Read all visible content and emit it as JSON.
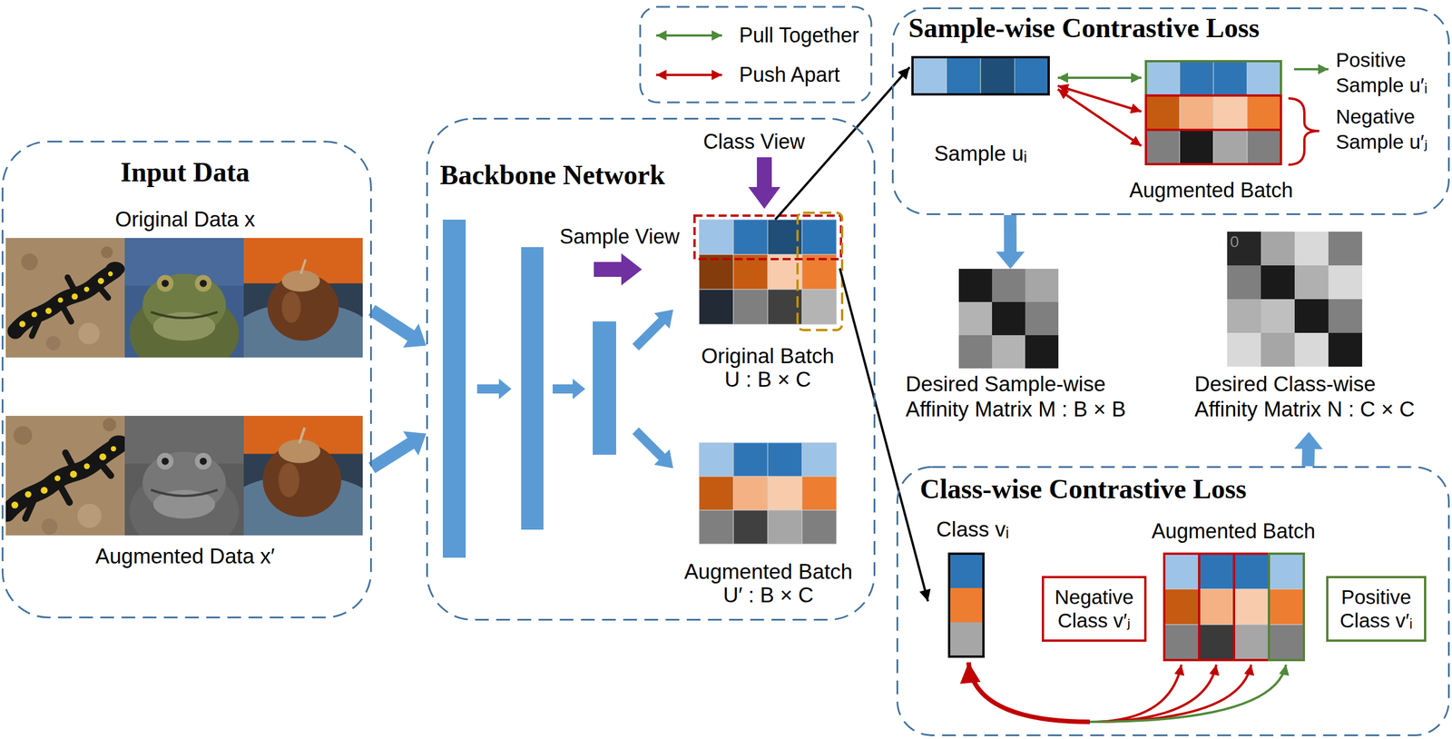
{
  "diagram": {
    "nodes": [
      {
        "text": [
          "Input Data",
          "Original Data x",
          "Augmented Data x′"
        ]
      },
      {
        "text": [
          "Backbone Network"
        ]
      },
      {
        "text": [
          "Original Batch U : B × C"
        ],
        "in": 1
      },
      {
        "text": [
          "Augmented Batch U′ : B × C"
        ],
        "in": 1
      },
      {
        "text": [
          "Sample-wise Contrastive Loss"
        ]
      },
      {
        "text": [
          "Sample uᵢ"
        ],
        "in": 4
      },
      {
        "text": [
          "Augmented Batch"
        ],
        "in": 4
      },
      {
        "text": [
          "Desired Sample-wise Affinity Matrix M : B × B"
        ]
      },
      {
        "text": [
          "Desired Class-wise Affinity Matrix N : C × C"
        ]
      },
      {
        "text": [
          "Class-wise Contrastive Loss"
        ]
      },
      {
        "text": [
          "Class vᵢ"
        ],
        "in": 9
      },
      {
        "text": [
          "Augmented Batch"
        ],
        "in": 9
      },
      {
        "text": [
          "Negative Class v′ⱼ"
        ],
        "in": 9
      },
      {
        "text": [
          "Positive Class v′ᵢ"
        ],
        "in": 9
      }
    ],
    "edges": [
      {
        "from": 0,
        "to": 1,
        "arrow": "to"
      },
      {
        "from": 0,
        "to": 1,
        "arrow": "to"
      },
      {
        "from": 2,
        "to": 5,
        "arrow": "to"
      },
      {
        "from": 2,
        "to": 10,
        "arrow": "to"
      },
      {
        "from": 4,
        "to": 7,
        "arrow": "to"
      },
      {
        "from": 9,
        "to": 8,
        "arrow": "to"
      }
    ],
    "labels": [
      "Class View",
      "Sample View",
      "Positive Sample u′ᵢ",
      "Negative Sample u′ⱼ",
      "0"
    ],
    "legend": [
      {
        "text": "Pull Together"
      },
      {
        "text": "Push Apart"
      }
    ]
  }
}
